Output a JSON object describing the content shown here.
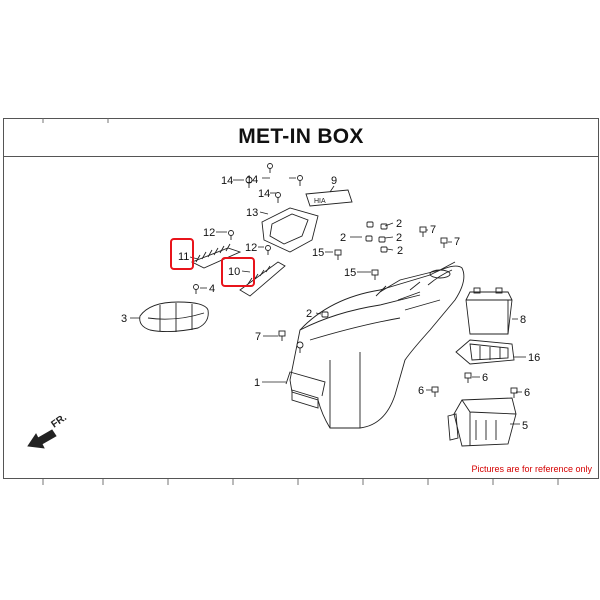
{
  "header": {
    "title": "MET-IN BOX"
  },
  "callouts": {
    "c1": "1",
    "c2a": "2",
    "c2b": "2",
    "c2c": "2",
    "c2d": "2",
    "c3": "3",
    "c4": "4",
    "c5": "5",
    "c6a": "6",
    "c6b": "6",
    "c6c": "6",
    "c7a": "7",
    "c7b": "7",
    "c7c": "7",
    "c8": "8",
    "c9": "9",
    "c10": "10",
    "c11": "11",
    "c12a": "12",
    "c12b": "12",
    "c13": "13",
    "c14a": "14",
    "c14b": "14",
    "c14c": "14",
    "c15a": "15",
    "c15b": "15",
    "c16": "16",
    "fr": "FR."
  },
  "highlighted_callouts": [
    "10",
    "11"
  ],
  "label_on_part_9": "HIA",
  "footnote": "Pictures are for reference only",
  "colors": {
    "highlight": "#e8141b",
    "footnote": "#d40000",
    "line": "#222222"
  }
}
